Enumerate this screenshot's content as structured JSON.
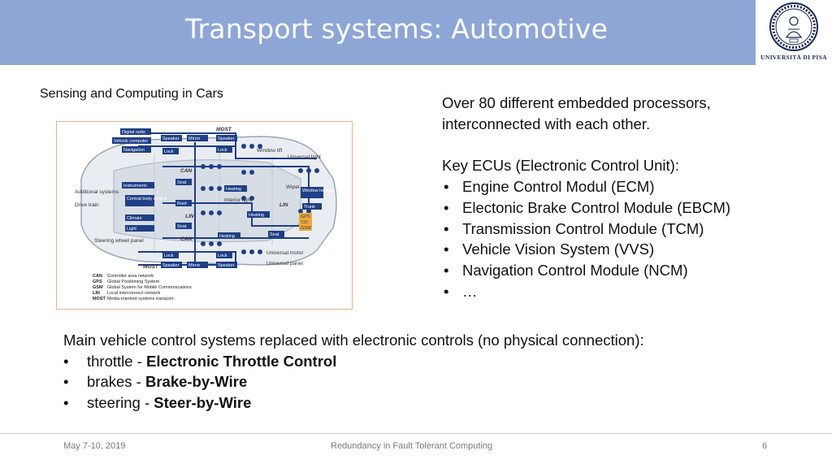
{
  "header": {
    "title": "Transport systems: Automotive",
    "logo_text": "UNIVERSITÀ DI PISA",
    "colors": {
      "band": "#8ea6d6"
    }
  },
  "subtitle": "Sensing and Computing in Cars",
  "diagram": {
    "box_labels": [
      "Digital radio",
      "Vehicle computer",
      "Navigation",
      "Speaker",
      "Mirror",
      "Speaker",
      "Lock",
      "Lock",
      "Seat",
      "Instruments",
      "Central body control",
      "Roof",
      "Climate",
      "Light",
      "Seat",
      "Heating",
      "Heating",
      "Window heating",
      "Trunk",
      "Heating",
      "Seat",
      "Lock",
      "Mirror",
      "Speaker",
      "Lock",
      "Speaker",
      "GPS",
      "CD",
      "GSM"
    ],
    "side_labels": [
      "MOST",
      "Window lift",
      "Universal light",
      "CAN",
      "Additional systems",
      "Drive train",
      "Wiper",
      "Interior light",
      "LIN",
      "LIN",
      "CAN",
      "Steering wheel panel",
      "Universal motor",
      "MOST",
      "Universal panel"
    ],
    "legend": [
      {
        "abbr": "CAN",
        "text": "Controller area network"
      },
      {
        "abbr": "GPS",
        "text": "Global Positioning System"
      },
      {
        "abbr": "GSM",
        "text": "Global System for Mobile Communications"
      },
      {
        "abbr": "LIN",
        "text": "Local interconnect network"
      },
      {
        "abbr": "MOST",
        "text": "Media-oriented systems transport"
      }
    ]
  },
  "right": {
    "intro": "Over 80 different embedded processors, interconnected with each other.",
    "ecus_title": "Key ECUs (Electronic Control Unit):",
    "ecus": [
      "Engine Control Modul (ECM)",
      "Electonic Brake Control Module (EBCM)",
      "Transmission Control Module (TCM)",
      "Vehicle Vision System (VVS)",
      "Navigation Control Module (NCM)",
      "…"
    ]
  },
  "bottom": {
    "intro": "Main vehicle control systems replaced with  electronic controls (no physical connection):",
    "items": [
      {
        "plain": "throttle - ",
        "bold": "Electronic Throttle Control"
      },
      {
        "plain": "brakes - ",
        "bold": "Brake-by-Wire"
      },
      {
        "plain": "steering - ",
        "bold": "Steer-by-Wire"
      }
    ]
  },
  "footer": {
    "date": "May 7-10, 2019",
    "center": "Redundancy in Fault Tolerant Computing",
    "page": "6"
  }
}
